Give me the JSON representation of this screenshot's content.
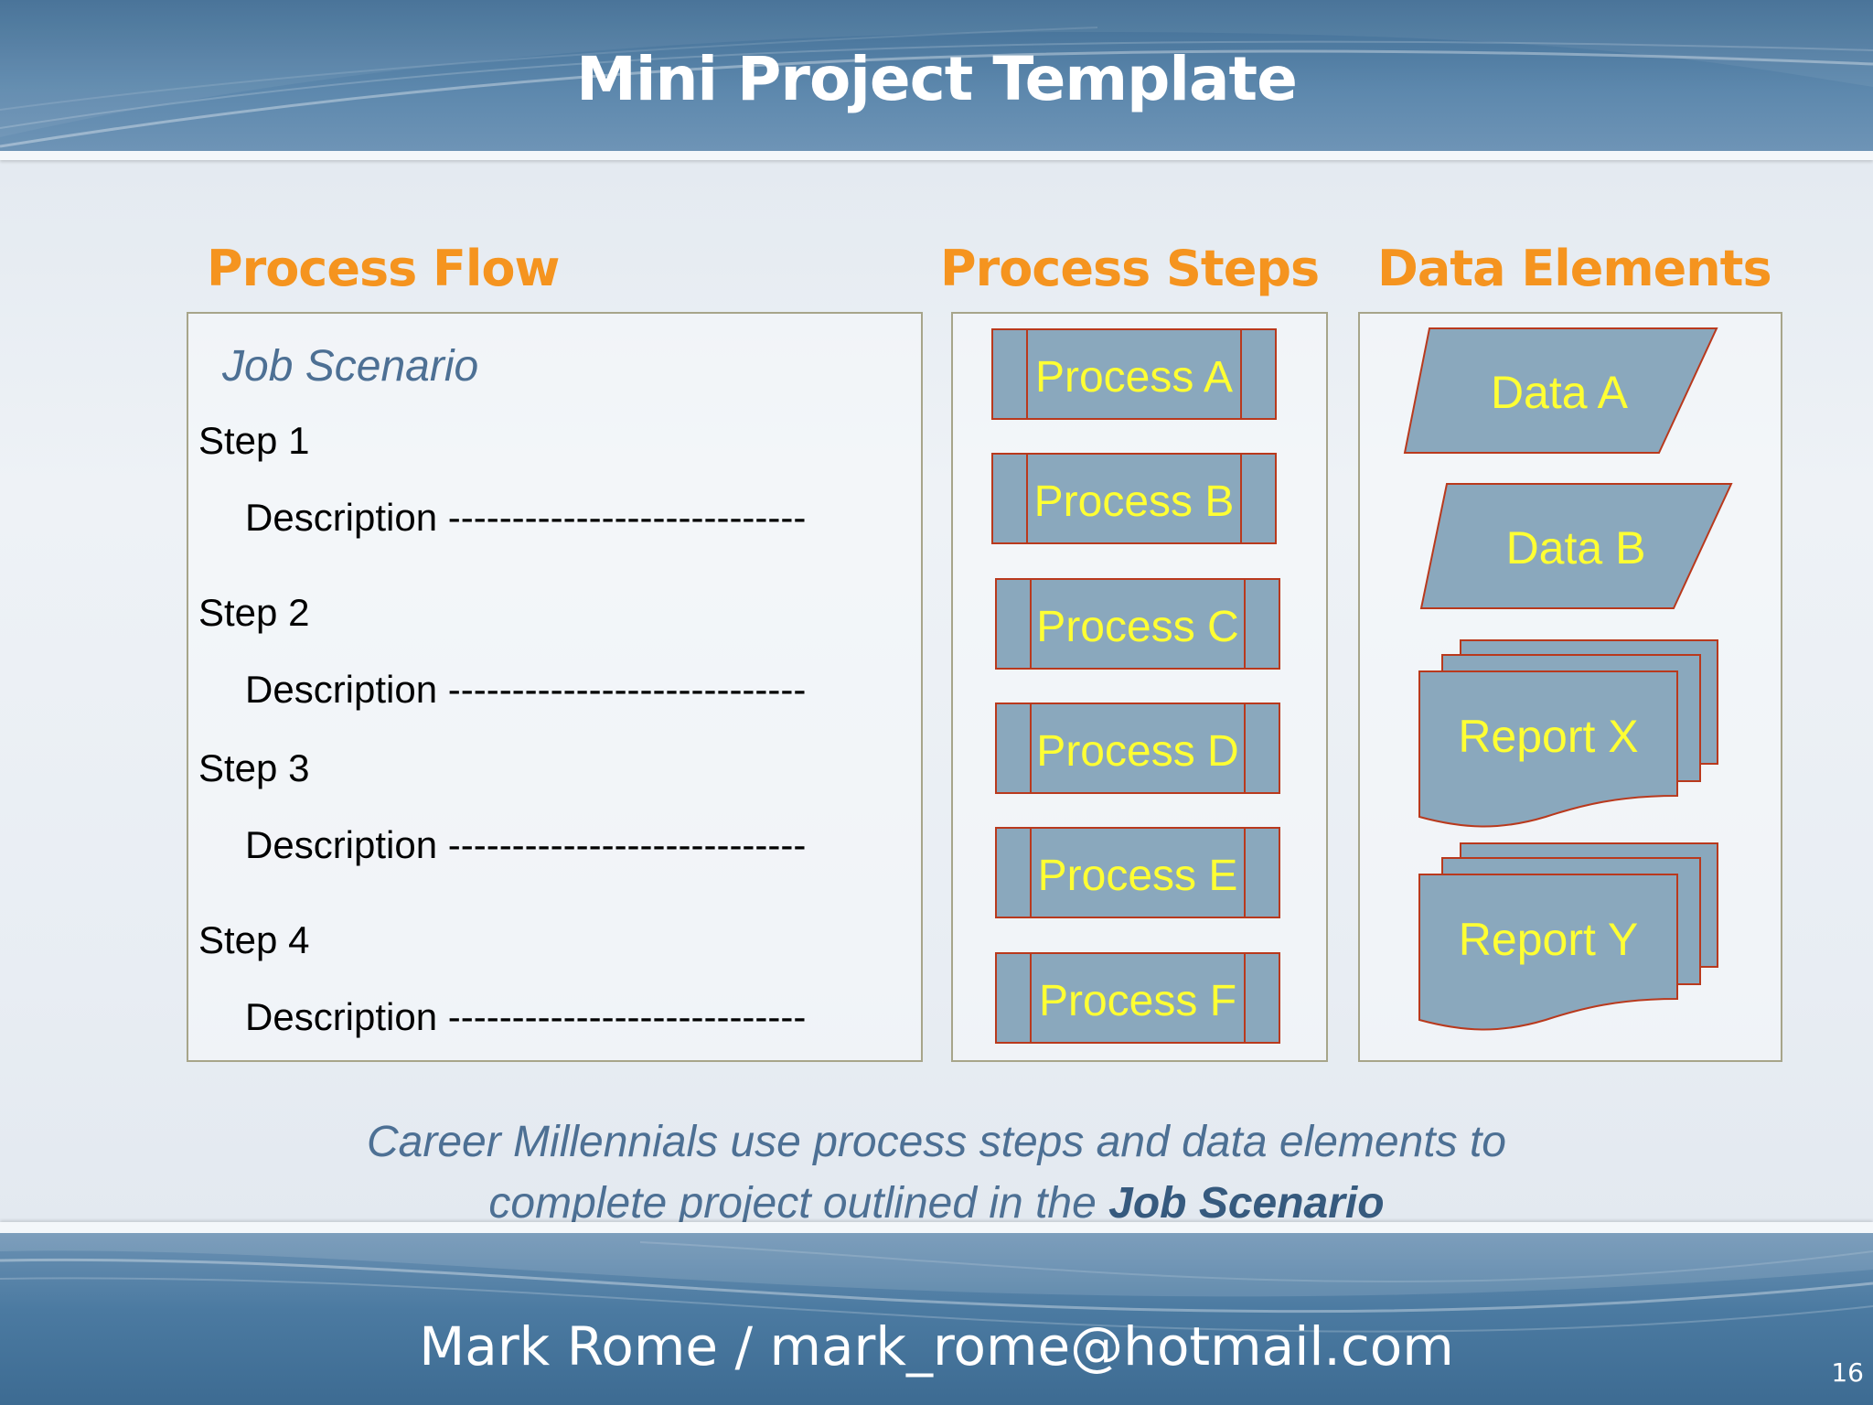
{
  "slide": {
    "title": "Mini Project Template",
    "page_number": "16"
  },
  "columns": {
    "process_flow": "Process Flow",
    "process_steps": "Process Steps",
    "data_elements": "Data Elements"
  },
  "process_flow": {
    "scenario": "Job Scenario",
    "steps": [
      {
        "step": "Step 1",
        "description": "Description ----------------------------"
      },
      {
        "step": "Step 2",
        "description": "Description ----------------------------"
      },
      {
        "step": "Step 3",
        "description": "Description ----------------------------"
      },
      {
        "step": "Step 4",
        "description": "Description ----------------------------"
      }
    ]
  },
  "process_steps": [
    "Process A",
    "Process B",
    "Process C",
    "Process D",
    "Process E",
    "Process F"
  ],
  "data_elements": {
    "data": [
      "Data A",
      "Data B"
    ],
    "reports": [
      "Report X",
      "Report Y"
    ]
  },
  "caption": {
    "line1": "Career Millennials use process steps and data elements to",
    "line2_prefix": "complete project outlined in the ",
    "line2_bold": "Job Scenario"
  },
  "footer": {
    "author": "Mark Rome / mark_rome@hotmail.com"
  },
  "colors": {
    "heading": "#f5941f",
    "shape_fill": "#8aa8bd",
    "shape_border": "#b9391d",
    "shape_text": "#ffff33"
  }
}
